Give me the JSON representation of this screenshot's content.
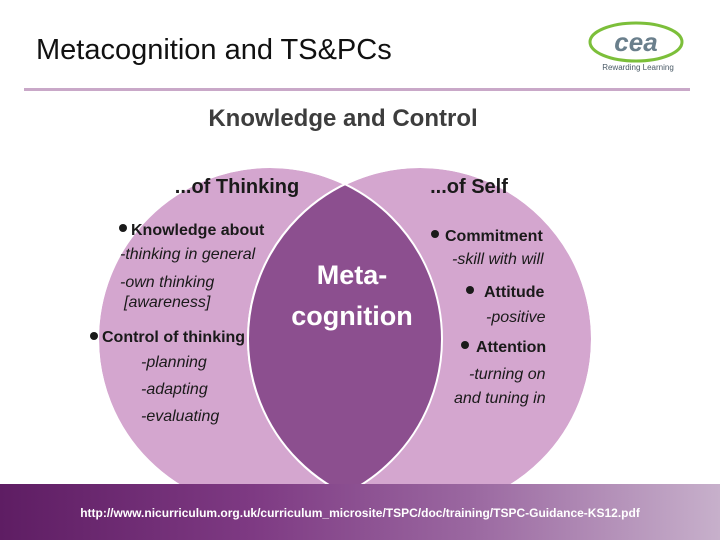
{
  "slide": {
    "title": "Metacognition and TS&PCs"
  },
  "logo": {
    "wordmark": "cea",
    "tagline": "Rewarding Learning"
  },
  "diagram": {
    "title": "Knowledge and Control",
    "left_heading": "...of Thinking",
    "right_heading": "...of Self",
    "center_line1": "Meta-",
    "center_line2": "cognition",
    "left_items": [
      "Knowledge about",
      "-thinking in general",
      "-own thinking",
      "[awareness]",
      "Control of thinking",
      "-planning",
      "-adapting",
      "-evaluating"
    ],
    "right_items": [
      "Commitment",
      "-skill with will",
      "Attitude",
      "-positive",
      "Attention",
      "-turning on",
      "and tuning in"
    ],
    "colors": {
      "circle_fill": "#d4a6cf",
      "overlap_fill": "#8c4f8f",
      "title_color": "#3d3d3d",
      "text_color": "#1a1a1a"
    }
  },
  "footer": {
    "url": "http://www.nicurriculum.org.uk/curriculum_microsite/TSPC/doc/training/TSPC-Guidance-KS12.pdf"
  }
}
